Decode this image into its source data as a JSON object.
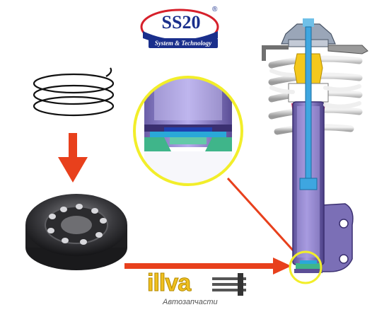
{
  "logo": {
    "name": "SS20",
    "registered_mark": "®",
    "tagline": "System & Technology"
  },
  "watermark": {
    "name": "illva",
    "subtitle": "Автозапчасти"
  },
  "colors": {
    "logo_blue": "#1a2f8c",
    "logo_red": "#d6202b",
    "arrow_red": "#e8401c",
    "callout_yellow": "#f2ee2a",
    "damper_purple": "#8b7fc4",
    "damper_dark": "#5b4e96",
    "spring_gray": "#c9c9c9",
    "rod_blue": "#3ea6e0",
    "bump_yellow": "#f4c81c",
    "valve_green": "#3fb58a"
  },
  "icons": {
    "spring": "coil-spring-icon",
    "bumper": "rubber-bump-stop-icon",
    "strut": "shock-absorber-cutaway-icon"
  }
}
